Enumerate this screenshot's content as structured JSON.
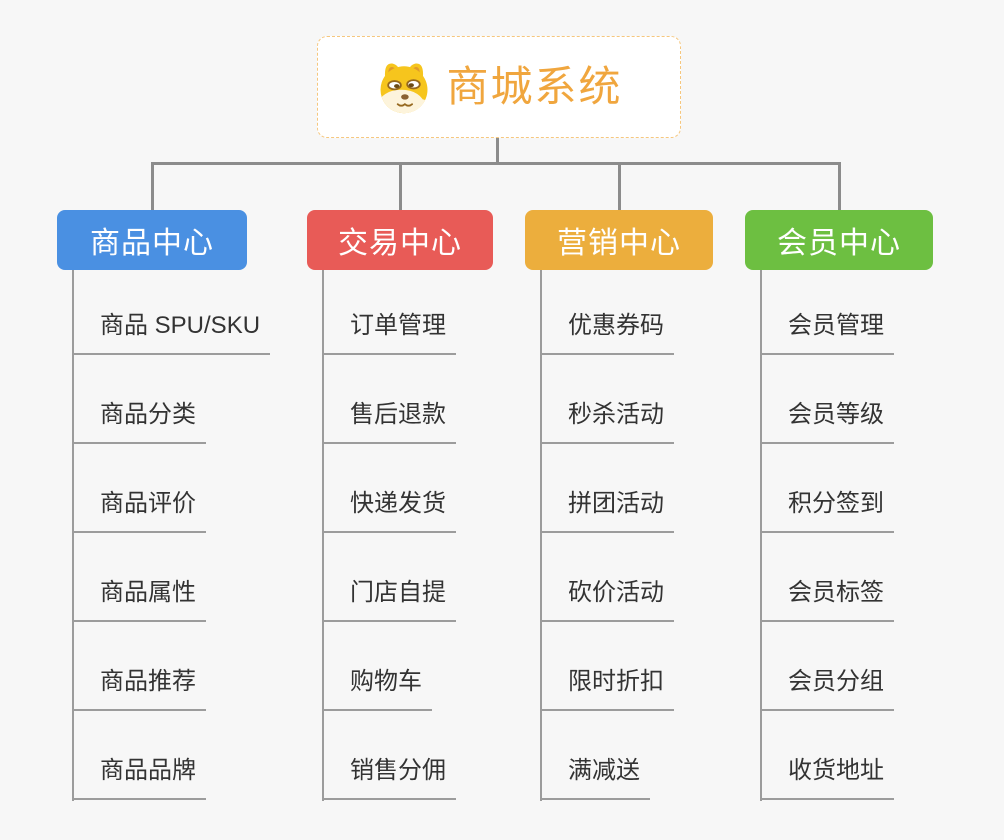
{
  "root": {
    "title": "商城系统",
    "icon": "doge-icon"
  },
  "colors": {
    "background": "#f7f7f7",
    "root_text": "#f0a63e",
    "root_border": "#f6c77e",
    "connector_line": "#8c8c8c",
    "leaf_line": "#9c9c9c",
    "leaf_text": "#333333"
  },
  "branches": [
    {
      "label": "商品中心",
      "color": "#4a90e2",
      "items": [
        "商品 SPU/SKU",
        "商品分类",
        "商品评价",
        "商品属性",
        "商品推荐",
        "商品品牌"
      ]
    },
    {
      "label": "交易中心",
      "color": "#e85b57",
      "items": [
        "订单管理",
        "售后退款",
        "快递发货",
        "门店自提",
        "购物车",
        "销售分佣"
      ]
    },
    {
      "label": "营销中心",
      "color": "#ecae3d",
      "items": [
        "优惠券码",
        "秒杀活动",
        "拼团活动",
        "砍价活动",
        "限时折扣",
        "满减送"
      ]
    },
    {
      "label": "会员中心",
      "color": "#6dbf41",
      "items": [
        "会员管理",
        "会员等级",
        "积分签到",
        "会员标签",
        "会员分组",
        "收货地址"
      ]
    }
  ]
}
